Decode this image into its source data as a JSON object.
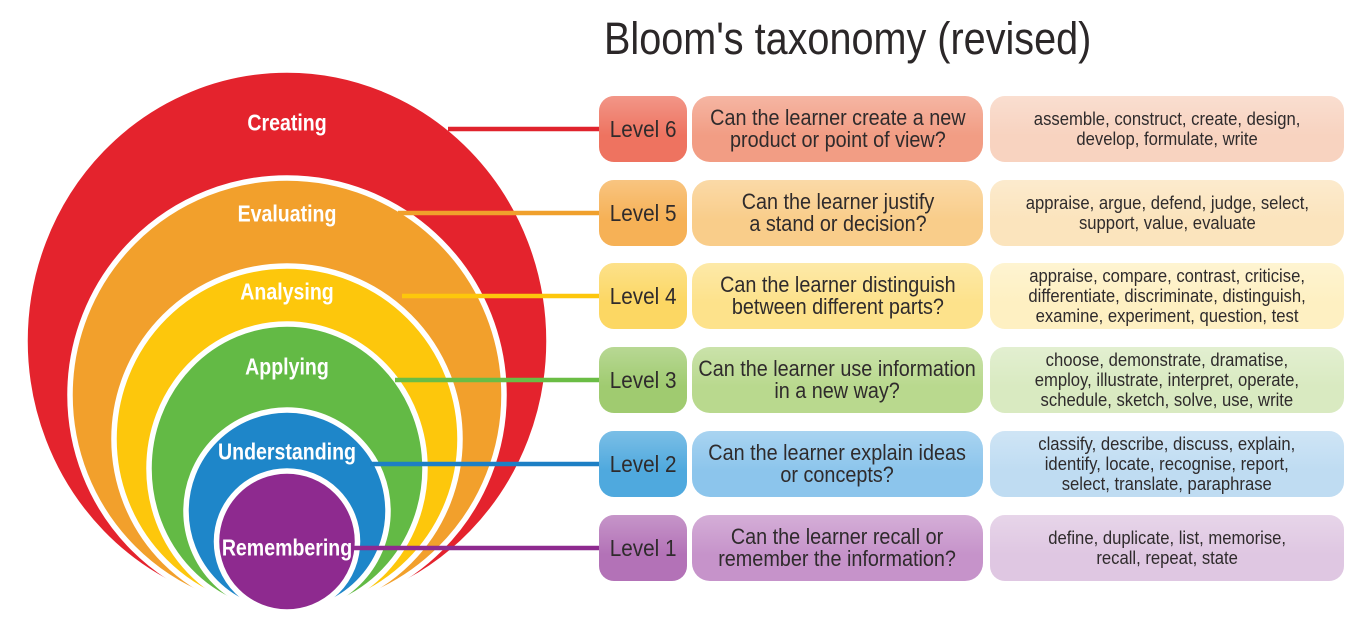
{
  "title": "Bloom's taxonomy (revised)",
  "levels": [
    {
      "ring_label": "Creating",
      "level_label": "Level 6",
      "question": "Can the learner create a new\nproduct or point of view?",
      "verbs": "assemble, construct, create, design,\ndevelop, formulate, write",
      "colors": {
        "ring": "#e4232d",
        "line": "#e0232d",
        "level_box": "#ee7360",
        "question_box": "#f29d84",
        "verbs_box": "#f8d3c0"
      }
    },
    {
      "ring_label": "Evaluating",
      "level_label": "Level 5",
      "question": "Can the learner justify\na stand or decision?",
      "verbs": "appraise, argue, defend, judge, select,\nsupport, value, evaluate",
      "colors": {
        "ring": "#f2a02c",
        "line": "#f0a02c",
        "level_box": "#f6b156",
        "question_box": "#f9cd8a",
        "verbs_box": "#fbe4bd"
      }
    },
    {
      "ring_label": "Analysing",
      "level_label": "Level 4",
      "question": "Can the learner distinguish\nbetween different parts?",
      "verbs": "appraise, compare, contrast, criticise,\ndifferentiate, discriminate, distinguish,\nexamine, experiment, question, test",
      "colors": {
        "ring": "#fdc70c",
        "line": "#fdc70c",
        "level_box": "#fcd763",
        "question_box": "#fde28b",
        "verbs_box": "#fef0c2"
      }
    },
    {
      "ring_label": "Applying",
      "level_label": "Level 3",
      "question": "Can the learner use information\nin a new way?",
      "verbs": "choose, demonstrate, dramatise,\nemploy, illustrate, interpret, operate,\nschedule, sketch, solve, use, write",
      "colors": {
        "ring": "#63ba45",
        "line": "#6abd45",
        "level_box": "#a0cb70",
        "question_box": "#b9d98e",
        "verbs_box": "#d9eac1"
      }
    },
    {
      "ring_label": "Understanding",
      "level_label": "Level 2",
      "question": "Can the learner explain ideas\nor concepts?",
      "verbs": "classify, describe, discuss, explain,\nidentify, locate, recognise, report,\nselect, translate, paraphrase",
      "colors": {
        "ring": "#1e86c9",
        "line": "#1d7fc4",
        "level_box": "#4fa9de",
        "question_box": "#8cc5ec",
        "verbs_box": "#bfdcf2"
      }
    },
    {
      "ring_label": "Remembering",
      "level_label": "Level 1",
      "question": "Can the learner recall or\nremember the information?",
      "verbs": "define, duplicate, list, memorise,\nrecall, repeat, state",
      "colors": {
        "ring": "#8e2a8f",
        "line": "#8e2a8f",
        "level_box": "#b372b7",
        "question_box": "#c693ca",
        "verbs_box": "#dfc7e2"
      }
    }
  ]
}
